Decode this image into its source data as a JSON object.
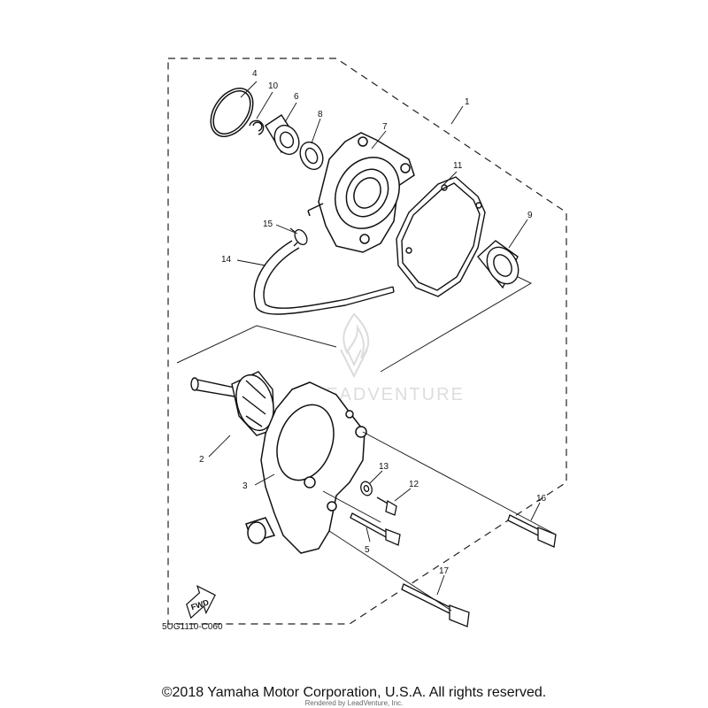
{
  "diagram": {
    "callouts": {
      "c1": "1",
      "c2": "2",
      "c3": "3",
      "c4": "4",
      "c5": "5",
      "c6": "6",
      "c7": "7",
      "c8": "8",
      "c9": "9",
      "c10": "10",
      "c11": "11",
      "c12": "12",
      "c13": "13",
      "c14": "14",
      "c15": "15",
      "c16": "16",
      "c17": "17"
    },
    "fwd_label": "FWD",
    "diagram_code": "5UG1110-C060",
    "watermark_text": "LEADVENTURE"
  },
  "footer": {
    "copyright": "©2018 Yamaha Motor Corporation, U.S.A. All rights reserved.",
    "rendered_by": "Rendered by LeadVenture, Inc."
  },
  "colors": {
    "ink": "#111111",
    "watermark": "#d8d8d8",
    "background": "#ffffff"
  }
}
